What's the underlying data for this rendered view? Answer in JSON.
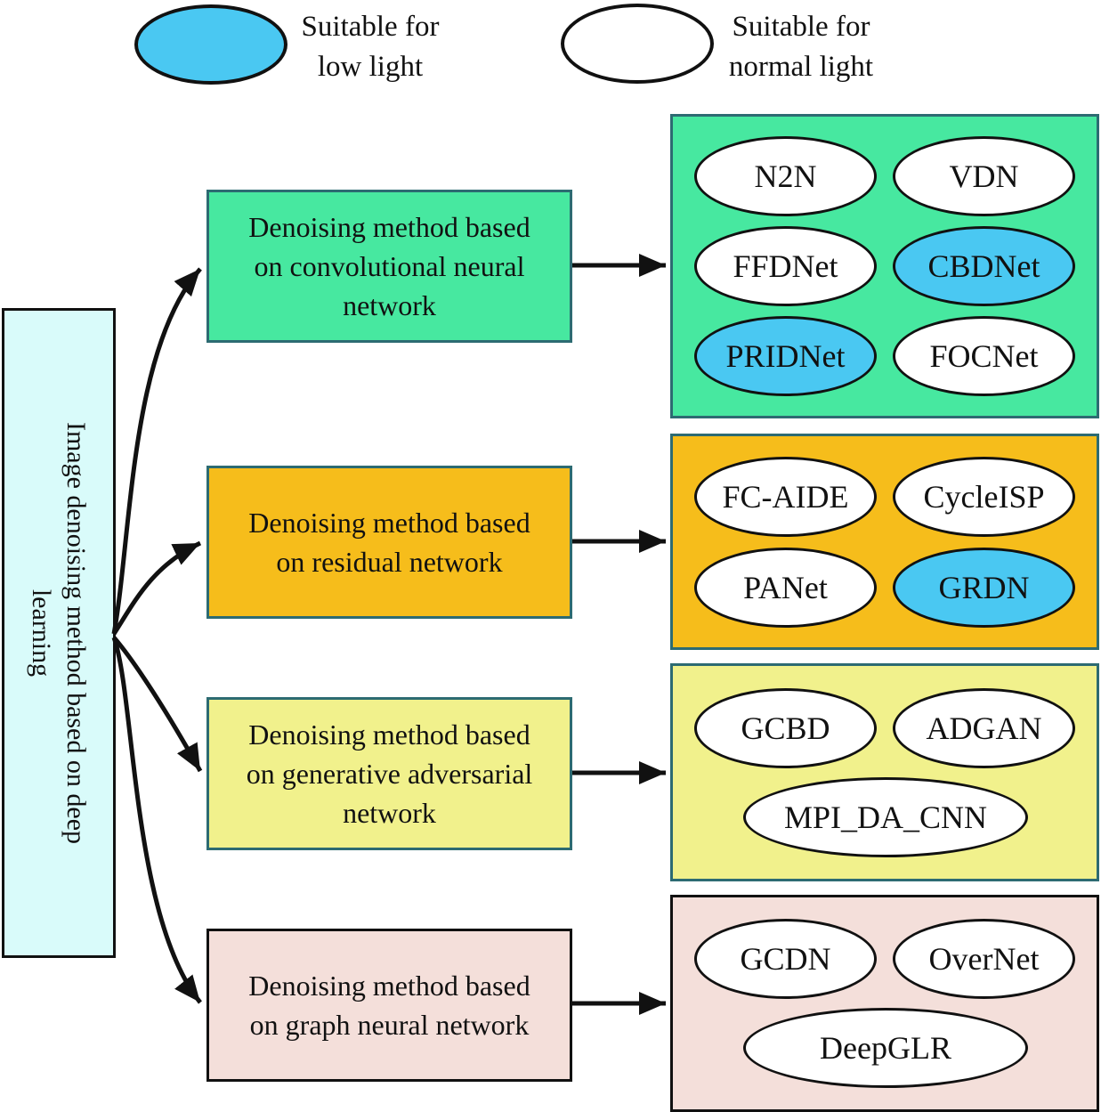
{
  "legend": {
    "low_light": {
      "label": "Suitable for\nlow light",
      "fill": "#4ac8f2"
    },
    "normal_light": {
      "label": "Suitable for\nnormal light",
      "fill": "#ffffff"
    }
  },
  "root": {
    "label": "Image denoising method based on deep\nlearning",
    "fill": "#d9fbfa"
  },
  "branches": [
    {
      "label": "Denoising method based\non convolutional neural\nnetwork",
      "fill": "#47e8a0",
      "border": "#2d6b72",
      "methods": [
        {
          "name": "N2N",
          "light": "normal"
        },
        {
          "name": "VDN",
          "light": "normal"
        },
        {
          "name": "FFDNet",
          "light": "normal"
        },
        {
          "name": "CBDNet",
          "light": "low"
        },
        {
          "name": "PRIDNet",
          "light": "low"
        },
        {
          "name": "FOCNet",
          "light": "normal"
        }
      ]
    },
    {
      "label": "Denoising method based\non residual network",
      "fill": "#f6bd1b",
      "border": "#2d6b72",
      "methods": [
        {
          "name": "FC-AIDE",
          "light": "normal"
        },
        {
          "name": "CycleISP",
          "light": "normal"
        },
        {
          "name": "PANet",
          "light": "normal"
        },
        {
          "name": "GRDN",
          "light": "low"
        }
      ]
    },
    {
      "label": "Denoising method based\non generative adversarial\nnetwork",
      "fill": "#f1f18c",
      "border": "#2d6b72",
      "methods": [
        {
          "name": "GCBD",
          "light": "normal"
        },
        {
          "name": "ADGAN",
          "light": "normal"
        },
        {
          "name": "MPI_DA_CNN",
          "light": "normal"
        }
      ]
    },
    {
      "label": "Denoising method based\non graph neural network",
      "fill": "#f4dfda",
      "border": "#111111",
      "methods": [
        {
          "name": "GCDN",
          "light": "normal"
        },
        {
          "name": "OverNet",
          "light": "normal"
        },
        {
          "name": "DeepGLR",
          "light": "normal"
        }
      ]
    }
  ]
}
